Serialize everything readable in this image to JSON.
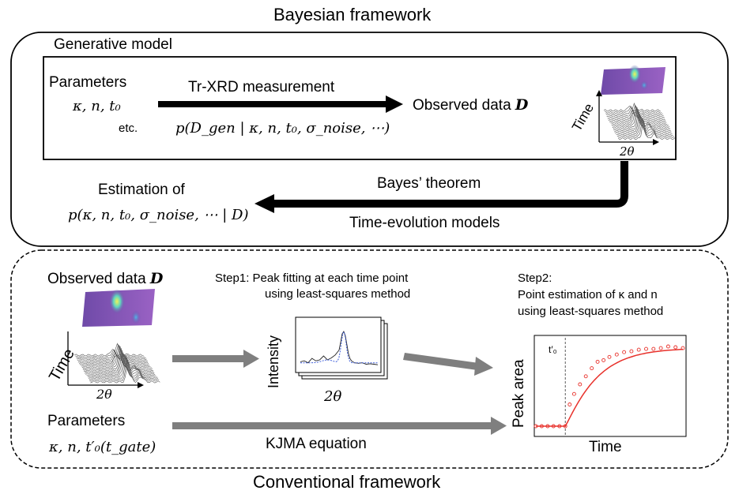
{
  "titles": {
    "bayesian": "Bayesian framework",
    "conventional": "Conventional framework"
  },
  "bayesian": {
    "generative_model": "Generative model",
    "parameters_label": "Parameters",
    "parameters_math": "κ, n, t₀",
    "parameters_etc": "etc.",
    "measurement_label": "Tr-XRD measurement",
    "measurement_formula": "p(D_gen | κ, n, t₀, σ_noise, ⋯)",
    "observed_label": "Observed data",
    "observed_symbol": "D",
    "bayes_theorem": "Bayes’ theorem",
    "time_evolution": "Time-evolution models",
    "estimation_label": "Estimation of",
    "estimation_formula": "p(κ, n, t₀, σ_noise, ⋯ | D)",
    "axis_time": "Time",
    "axis_2theta": "2θ"
  },
  "conventional": {
    "observed_label": "Observed data",
    "observed_symbol": "D",
    "step1_line1": "Step1: Peak fitting at each time point",
    "step1_line2": "using least-squares method",
    "step2_line1": "Step2:",
    "step2_line2": "Point estimation of κ and n",
    "step2_line3": "using least-squares method",
    "parameters_label": "Parameters",
    "parameters_math": "κ, n, t′₀(t_gate)",
    "kjma": "KJMA equation",
    "axis_time": "Time",
    "axis_2theta": "2θ",
    "intensity": "Intensity",
    "plot_2theta": "2θ",
    "peak_area": "Peak area",
    "plot_time": "Time",
    "t0_mark": "t′₀"
  },
  "colors": {
    "arrow_black": "#000000",
    "arrow_gray": "#7f7f7f",
    "heatmap_bg": "#8a55b8",
    "heatmap_peak": "#e6ee4a",
    "fit_curve": "#e8312b",
    "fit_points": "#e8312b",
    "spectrum_fit": "#3b5bd9"
  },
  "chart_data": [
    {
      "type": "line",
      "series": [
        {
          "x": [
            0,
            0.05,
            0.1,
            0.15,
            0.2,
            0.25,
            0.3,
            0.35,
            0.4,
            0.45,
            0.5,
            0.52,
            0.54,
            0.56,
            0.58,
            0.6,
            0.62,
            0.64,
            0.66,
            0.7,
            0.75,
            0.8,
            0.85,
            0.9,
            0.95,
            1.0
          ],
          "y": [
            0.38,
            0.4,
            0.36,
            0.45,
            0.4,
            0.42,
            0.5,
            0.42,
            0.46,
            0.52,
            0.62,
            0.78,
            0.95,
            1.0,
            0.92,
            0.74,
            0.55,
            0.45,
            0.4,
            0.36,
            0.35,
            0.36,
            0.33,
            0.34,
            0.33,
            0.32
          ]
        }
      ]
    },
    {
      "type": "scatter",
      "t0": 0.2,
      "series": [
        {
          "x": [
            0.0,
            0.04,
            0.08,
            0.12,
            0.16,
            0.2,
            0.23,
            0.26,
            0.3,
            0.34,
            0.38,
            0.42,
            0.46,
            0.5,
            0.55,
            0.6,
            0.65,
            0.7,
            0.75,
            0.8,
            0.85,
            0.9,
            0.95,
            1.0
          ],
          "y": [
            0.0,
            0.0,
            0.0,
            0.0,
            0.0,
            0.0,
            0.27,
            0.4,
            0.52,
            0.62,
            0.72,
            0.8,
            0.82,
            0.86,
            0.89,
            0.92,
            0.93,
            0.95,
            0.96,
            0.96,
            0.97,
            0.99,
            0.98,
            0.97
          ]
        }
      ]
    }
  ]
}
